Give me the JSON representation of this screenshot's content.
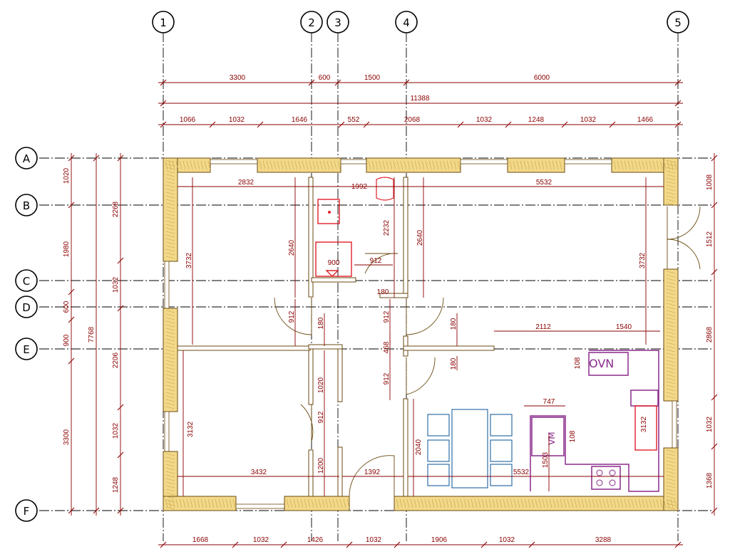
{
  "grid": {
    "columns": [
      "1",
      "2",
      "3",
      "4",
      "5"
    ],
    "rows": [
      "A",
      "B",
      "C",
      "D",
      "E",
      "F"
    ]
  },
  "dims": {
    "top_grid": [
      "3300",
      "600",
      "1500",
      "6000"
    ],
    "top_total": "11388",
    "top_openings": [
      "1066",
      "1032",
      "1646",
      "552",
      "2068",
      "1032",
      "1248",
      "1032",
      "1466"
    ],
    "bottom": [
      "1668",
      "1032",
      "1426",
      "1032",
      "1906",
      "1032",
      "3288"
    ],
    "left_outer": [
      "1020",
      "1980",
      "600",
      "900",
      "3300"
    ],
    "left_total": "7768",
    "left_inner": [
      "2268",
      "1032",
      "2206",
      "1032",
      "1248"
    ],
    "right": [
      "1008",
      "1512",
      "2868",
      "1032",
      "1368"
    ],
    "interior": {
      "room1_width": "2832",
      "bath_width": "1992",
      "room3_width": "5532",
      "room1_height": "3732",
      "wall_2640_a": "2640",
      "bath_2232": "2232",
      "wall_2640_b": "2640",
      "right_3732": "3732",
      "shower_900": "900",
      "door_912_bath": "912",
      "d180_a": "180",
      "d912_left": "912",
      "d180_b": "180",
      "d912_mid": "912",
      "d180_c": "180",
      "d2112": "2112",
      "d1540": "1540",
      "d468": "468",
      "d912_low": "912",
      "d1020": "1020",
      "d912_low2": "912",
      "d1200": "1200",
      "d180_d": "180",
      "d108_a": "108",
      "d747": "747",
      "d108_b": "108",
      "d1503": "1503",
      "d3132_left": "3132",
      "d3432": "3432",
      "d1392": "1392",
      "d2040": "2040",
      "d5532_bottom": "5532",
      "d3132_right": "3132"
    }
  },
  "labels": {
    "oven": "OVN",
    "vm": "VM"
  }
}
